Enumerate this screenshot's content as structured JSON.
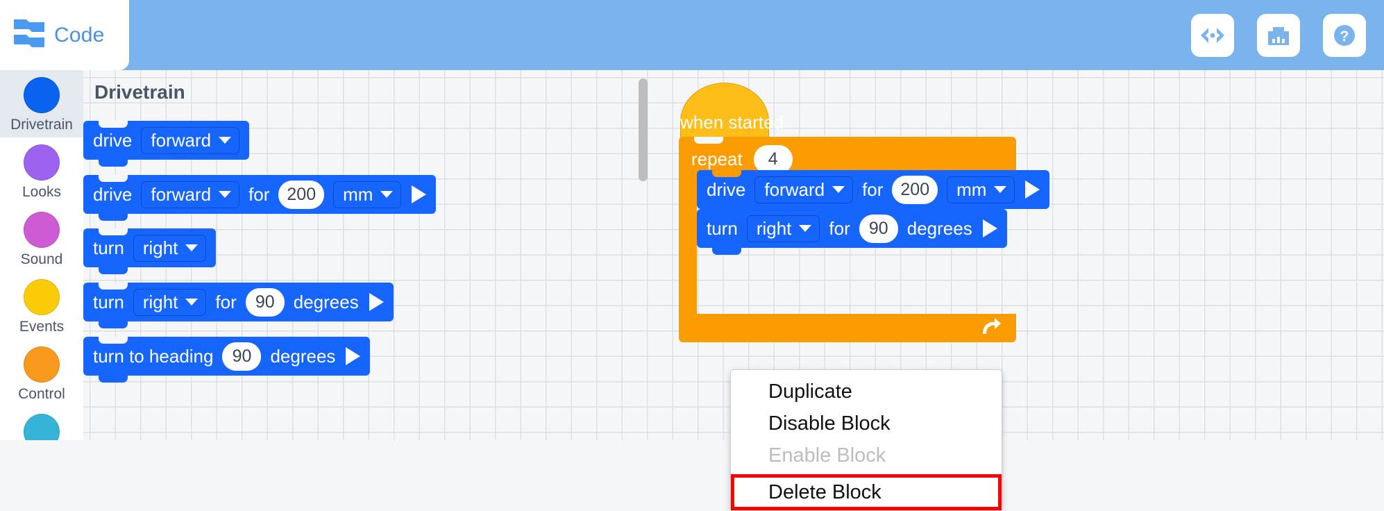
{
  "header": {
    "tab_label": "Code",
    "logo_icon": "code-blocks-icon",
    "actions": [
      {
        "name": "view-code-button",
        "icon": "angle-brackets-icon"
      },
      {
        "name": "dashboard-button",
        "icon": "robot-brain-icon"
      },
      {
        "name": "help-button",
        "icon": "question-mark-icon"
      }
    ]
  },
  "sidebar": {
    "items": [
      {
        "label": "Drivetrain",
        "color": "#0a62f0",
        "selected": true
      },
      {
        "label": "Looks",
        "color": "#9b63f0",
        "selected": false
      },
      {
        "label": "Sound",
        "color": "#ce5ad4",
        "selected": false
      },
      {
        "label": "Events",
        "color": "#fdcc09",
        "selected": false
      },
      {
        "label": "Control",
        "color": "#f99a1c",
        "selected": false
      },
      {
        "label": "",
        "color": "#36b4d8",
        "selected": false
      }
    ]
  },
  "palette": {
    "title": "Drivetrain",
    "blocks": [
      {
        "id": "pal-drive-1",
        "words": [
          "drive"
        ],
        "dropdown": "forward",
        "type": "simple"
      },
      {
        "id": "pal-drive-2",
        "pre": "drive",
        "dropdown": "forward",
        "mid": "for",
        "value": "200",
        "unit": "mm",
        "play": true
      },
      {
        "id": "pal-turn-1",
        "pre": "turn",
        "dropdown": "right",
        "type": "simple"
      },
      {
        "id": "pal-turn-2",
        "pre": "turn",
        "dropdown": "right",
        "mid": "for",
        "value": "90",
        "post": "degrees",
        "play": true
      },
      {
        "id": "pal-heading",
        "pre": "turn to heading",
        "value": "90",
        "post": "degrees",
        "play": true
      }
    ]
  },
  "workspace": {
    "hat": {
      "label": "when started"
    },
    "repeat": {
      "label": "repeat",
      "count": "4",
      "loop_icon": "loop-arrow-icon"
    },
    "inner_blocks": [
      {
        "pre": "drive",
        "dropdown": "forward",
        "mid": "for",
        "value": "200",
        "unit": "mm",
        "play": true
      },
      {
        "pre": "turn",
        "dropdown": "right",
        "mid": "for",
        "value": "90",
        "post": "degrees",
        "play": true
      }
    ]
  },
  "context_menu": {
    "items": [
      {
        "label": "Duplicate",
        "disabled": false,
        "highlighted": false
      },
      {
        "label": "Disable Block",
        "disabled": false,
        "highlighted": false
      },
      {
        "label": "Enable Block",
        "disabled": true,
        "highlighted": false
      },
      {
        "label": "Delete Block",
        "disabled": false,
        "highlighted": true
      }
    ],
    "highlight_color": "#fa0000"
  },
  "colors": {
    "header_bg": "#7bb4ec",
    "tab_text": "#4a90e2",
    "drivetrain_block": "#1565fe",
    "events_block": "#febd17",
    "control_block": "#fb9d02",
    "canvas_bg": "#f6f7f8"
  }
}
